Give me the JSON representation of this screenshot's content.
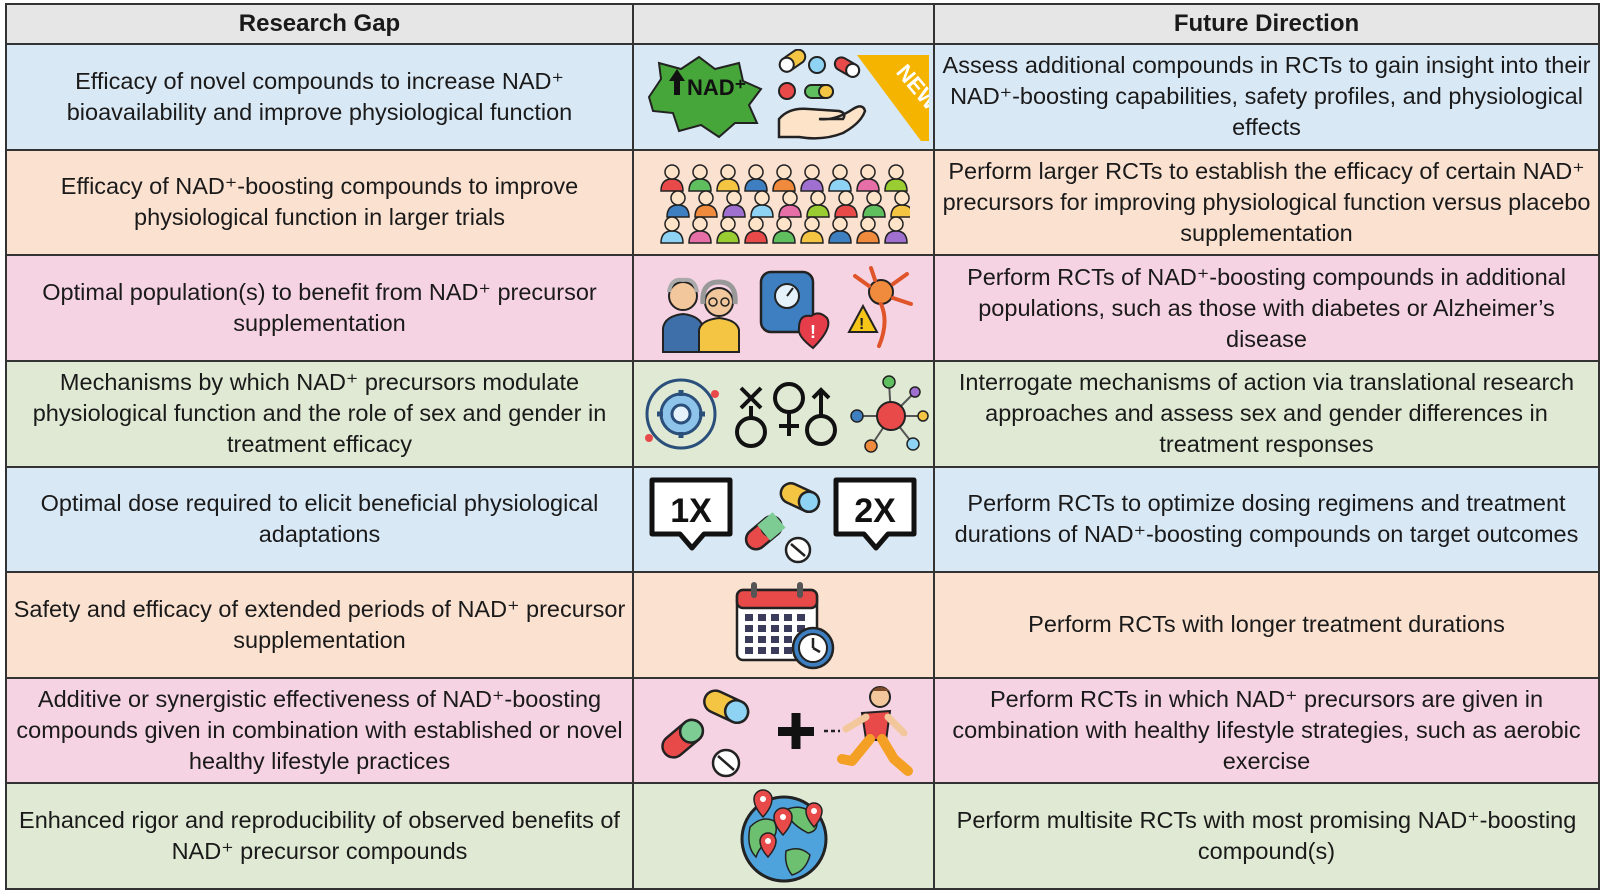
{
  "header": {
    "research_gap": "Research Gap",
    "icon_column": "",
    "future_direction": "Future Direction"
  },
  "rows": [
    {
      "gap": "Efficacy of novel compounds to increase NAD⁺ bioavailability and improve physiological function",
      "icon": "nad-new-compounds-icon",
      "badge_text": "NAD⁺",
      "ribbon_text": "NEW",
      "direction": "Assess additional compounds in RCTs to gain insight into their NAD⁺-boosting capabilities, safety profiles, and physiological effects"
    },
    {
      "gap": "Efficacy of NAD⁺-boosting compounds to improve physiological function in larger trials",
      "icon": "large-crowd-icon",
      "direction": "Perform larger RCTs to establish the efficacy of certain NAD⁺ precursors for improving physiological function versus placebo supplementation"
    },
    {
      "gap": "Optimal population(s) to benefit from NAD⁺ precursor supplementation",
      "icon": "populations-icon",
      "direction": "Perform RCTs of NAD⁺-boosting compounds in additional populations, such as those with diabetes or Alzheimer’s disease"
    },
    {
      "gap": "Mechanisms by which NAD⁺ precursors modulate physiological function and the role of sex and gender in treatment efficacy",
      "icon": "mechanisms-gender-icon",
      "direction": "Interrogate mechanisms of action via translational research approaches and assess sex and gender differences in treatment responses"
    },
    {
      "gap": "Optimal dose required to elicit beneficial physiological adaptations",
      "icon": "dosing-icon",
      "dose_labels": [
        "1X",
        "2X"
      ],
      "direction": "Perform RCTs to optimize dosing regimens and treatment durations of NAD⁺-boosting compounds on target outcomes"
    },
    {
      "gap": "Safety and efficacy of extended periods of NAD⁺ precursor supplementation",
      "icon": "calendar-clock-icon",
      "direction": "Perform RCTs with longer treatment durations"
    },
    {
      "gap": "Additive or synergistic effectiveness of NAD⁺-boosting compounds given in combination with established or novel healthy lifestyle practices",
      "icon": "pills-plus-runner-icon",
      "direction": "Perform RCTs in which NAD⁺ precursors are given in combination with healthy lifestyle strategies, such as aerobic exercise"
    },
    {
      "gap": "Enhanced rigor and reproducibility of observed benefits of NAD⁺ precursor compounds",
      "icon": "globe-pins-icon",
      "direction": "Perform multisite RCTs with most promising NAD⁺-boosting compound(s)"
    }
  ],
  "colors": {
    "blue": "#d9e8f5",
    "peach": "#fbe1d0",
    "pink": "#f6d3e2",
    "green": "#dfe9d3",
    "header": "#e6e6e6"
  }
}
